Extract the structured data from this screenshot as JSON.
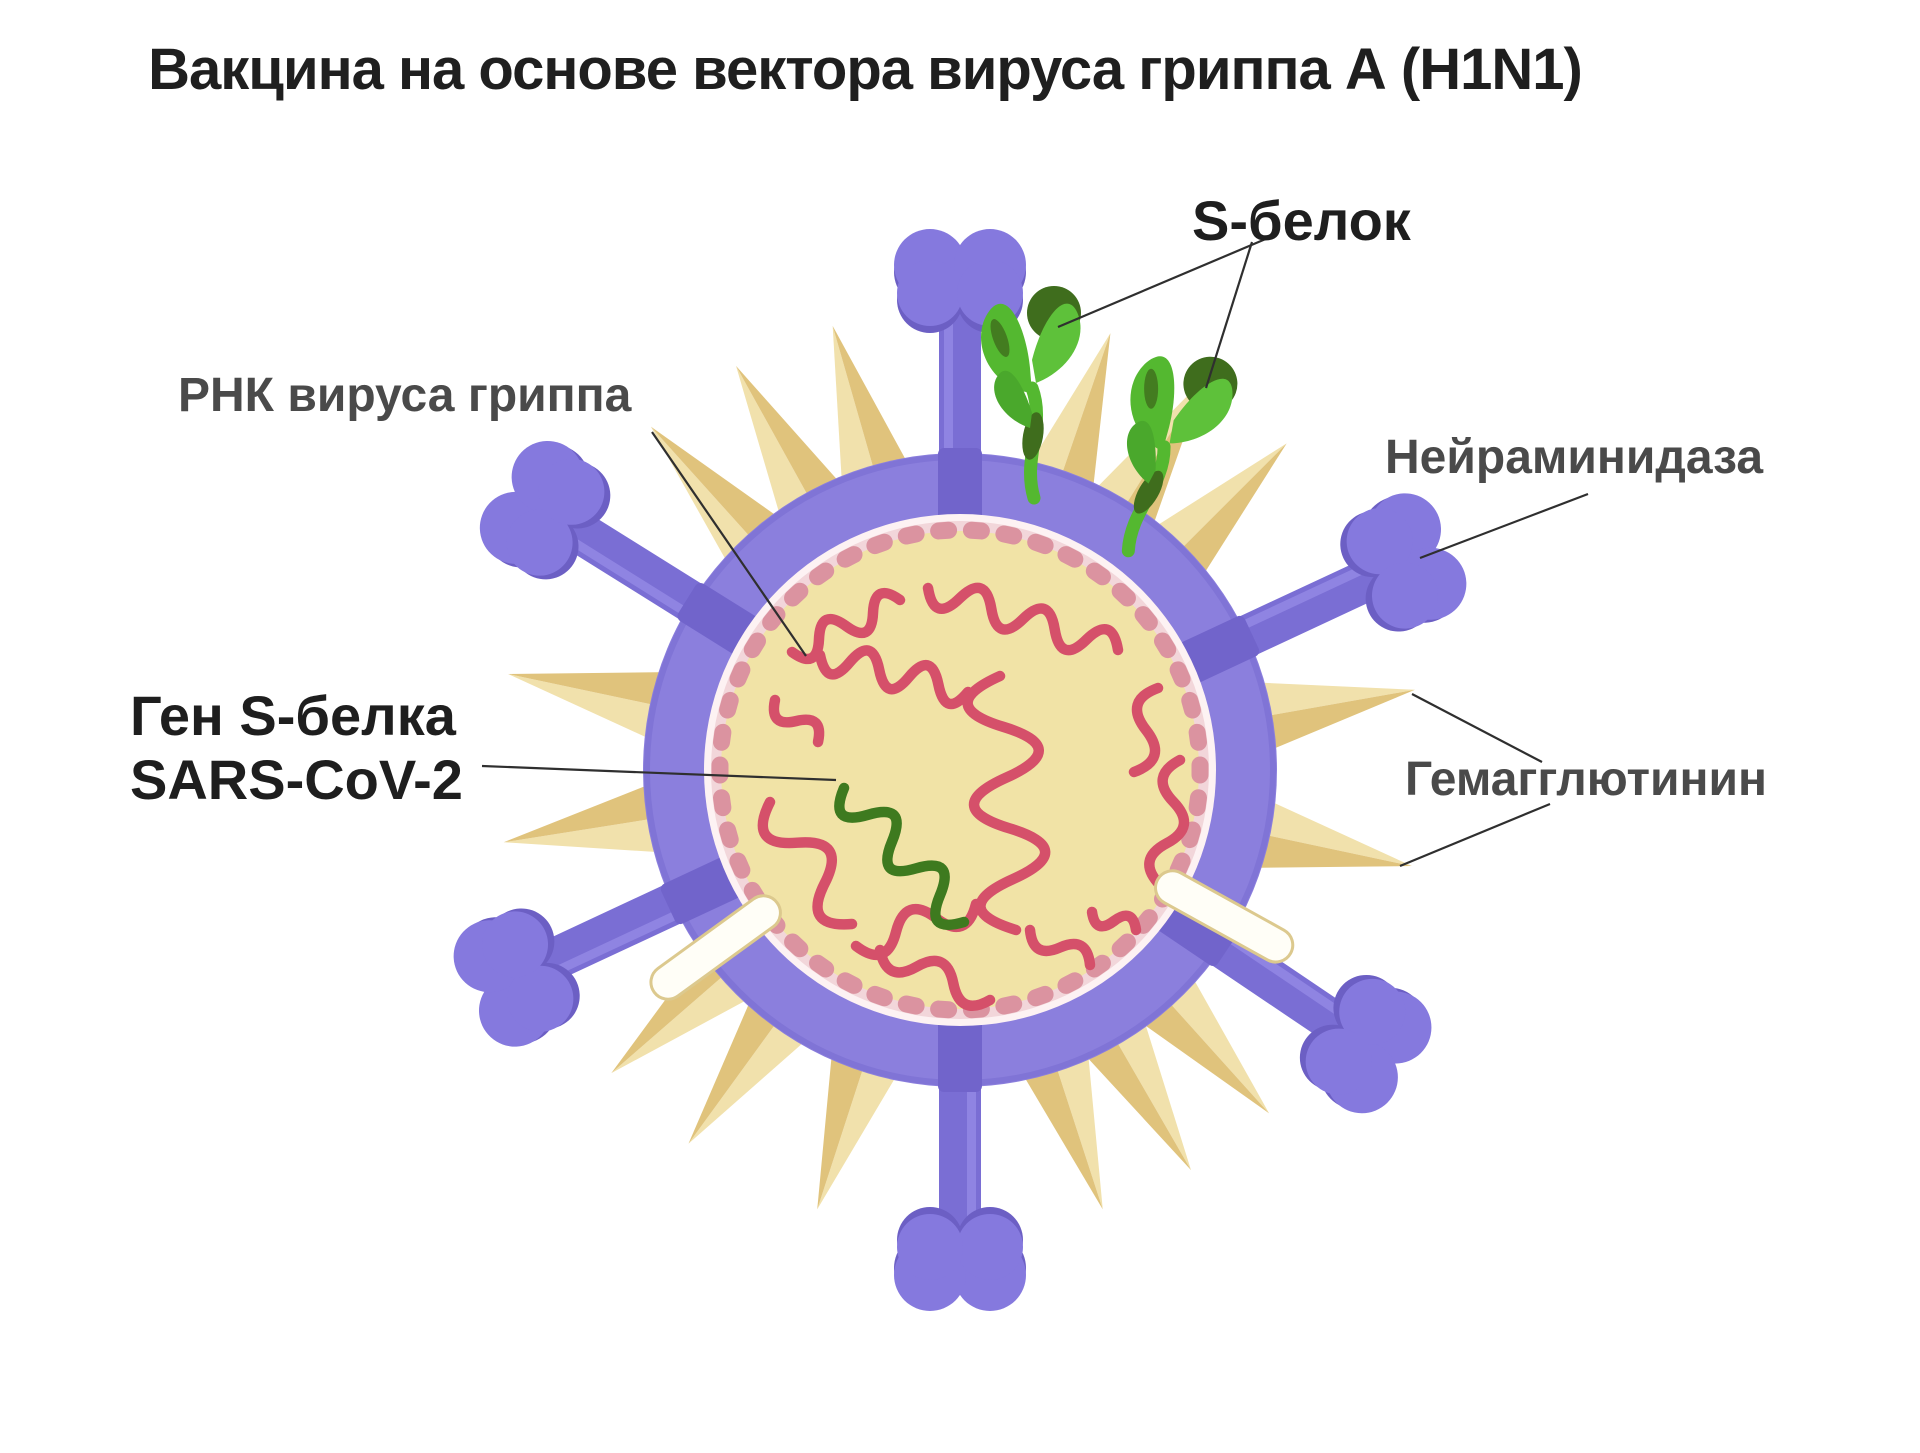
{
  "title": "Вакцина на основе вектора вируса гриппа А (H1N1)",
  "labels": {
    "s_protein": "S-белок",
    "rna": "РНК вируса гриппа",
    "neuraminidase": "Нейраминидаза",
    "gene_line1": "Ген S-белка",
    "gene_line2": "SARS-CoV-2",
    "hemagglutinin": "Гемагглютинин"
  },
  "colors": {
    "background": "#ffffff",
    "title_text": "#1f1f1f",
    "label_gray": "#4a4a4a",
    "label_black": "#1e1e1e",
    "leader": "#2f2f2f",
    "membrane": "#8b7fdd",
    "membrane_edge": "#8074d6",
    "membrane_shadow": "#7164cb",
    "stem": "#7a6ed4",
    "stem_highlight": "#988de8",
    "head": "#8579de",
    "head_shadow": "#6c5fc4",
    "spike_light": "#f1e1ac",
    "spike_dark": "#e0c37c",
    "band_outer": "#fdf2f3",
    "band": "#f2d6da",
    "interior": "#f1e3a6",
    "capsid_dot": "#db93a0",
    "rna_red": "#d5506a",
    "gene_green": "#3e7a1f",
    "sprout_green": "#54b830",
    "sprout_alt": "#5ec13a",
    "sprout_low": "#4aa82c",
    "sprout_dark": "#3f6d1d",
    "capsule_fill": "#fffef7",
    "capsule_stroke": "#dcc98e"
  }
}
